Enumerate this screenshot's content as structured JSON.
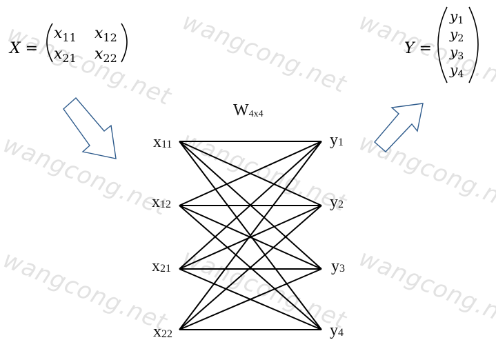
{
  "watermark": "wangcong.net",
  "input_matrix": {
    "label": "X =",
    "entries": [
      [
        "x",
        "11",
        "x",
        "12"
      ],
      [
        "x",
        "21",
        "x",
        "22"
      ]
    ]
  },
  "output_vector": {
    "label": "Y =",
    "entries": [
      [
        "y",
        "1"
      ],
      [
        "y",
        "2"
      ],
      [
        "y",
        "3"
      ],
      [
        "y",
        "4"
      ]
    ]
  },
  "weights_label": {
    "main": "W",
    "sub": "4x4"
  },
  "inputs": [
    {
      "main": "x",
      "sub": "11"
    },
    {
      "main": "x",
      "sub": "12"
    },
    {
      "main": "x",
      "sub": "21"
    },
    {
      "main": "x",
      "sub": "22"
    }
  ],
  "outputs": [
    {
      "main": "y",
      "sub": "1"
    },
    {
      "main": "y",
      "sub": "2"
    },
    {
      "main": "y",
      "sub": "3"
    },
    {
      "main": "y",
      "sub": "4"
    }
  ],
  "arrow_color": "#2e5b8c"
}
